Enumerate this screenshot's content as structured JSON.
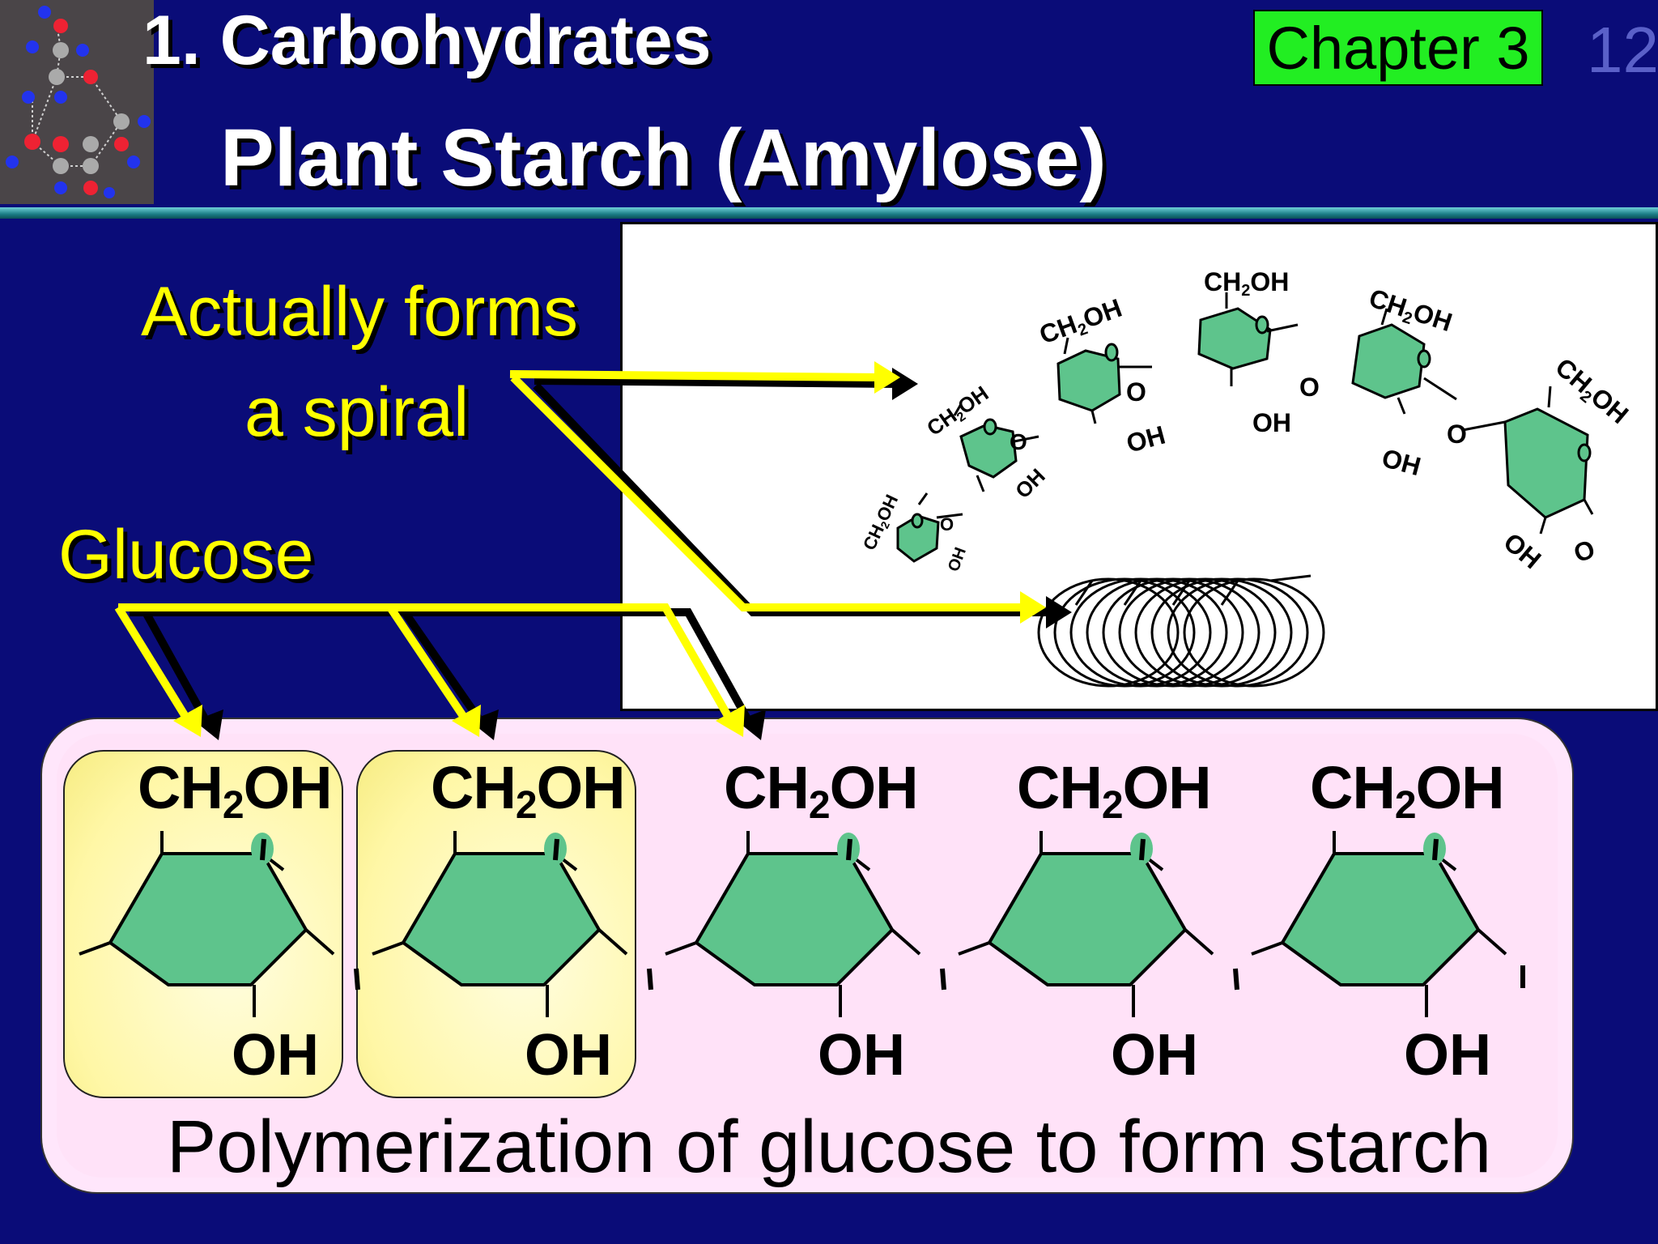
{
  "header": {
    "section_title": "1.  Carbohydrates",
    "subtitle": "Plant Starch (Amylose)",
    "chapter_badge": "Chapter 3",
    "page_number": "12"
  },
  "captions": {
    "spiral_line1": "Actually forms",
    "spiral_line2": "a spiral",
    "glucose": "Glucose"
  },
  "figure": {
    "chain_labels": {
      "ch2oh": "CH2OH",
      "oh": "OH",
      "o": "O"
    }
  },
  "polymer": {
    "units": [
      {
        "ch2oh_main": "CH",
        "ch2oh_sub": "2",
        "ch2oh_end": "OH",
        "oh": "OH",
        "highlighted": true
      },
      {
        "ch2oh_main": "CH",
        "ch2oh_sub": "2",
        "ch2oh_end": "OH",
        "oh": "OH",
        "highlighted": true
      },
      {
        "ch2oh_main": "CH",
        "ch2oh_sub": "2",
        "ch2oh_end": "OH",
        "oh": "OH",
        "highlighted": false
      },
      {
        "ch2oh_main": "CH",
        "ch2oh_sub": "2",
        "ch2oh_end": "OH",
        "oh": "OH",
        "highlighted": false
      },
      {
        "ch2oh_main": "CH",
        "ch2oh_sub": "2",
        "ch2oh_end": "OH",
        "oh": "OH",
        "highlighted": false
      }
    ],
    "caption": "Polymerization of glucose to form starch"
  },
  "colors": {
    "background": "#0a0c78",
    "caption_yellow": "#ffff00",
    "ring_green": "#5ec48c",
    "badge_green": "#22ee22",
    "panel_pink": "#ffe6fb"
  }
}
